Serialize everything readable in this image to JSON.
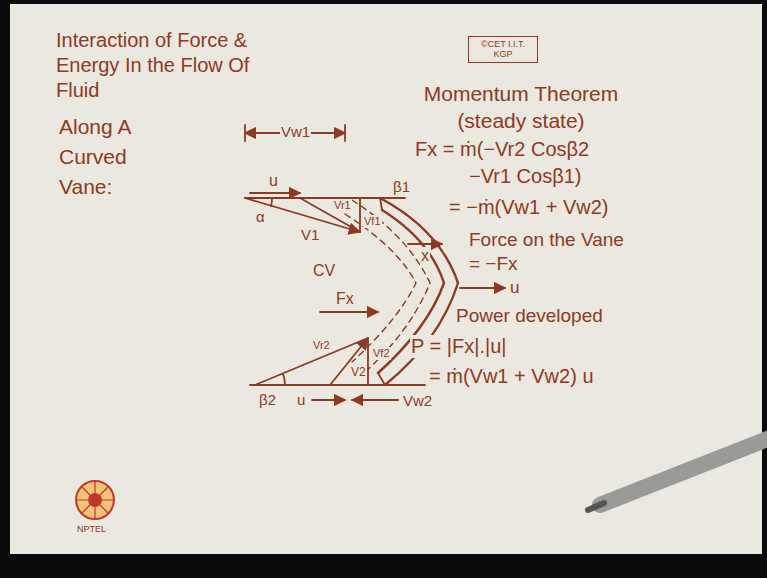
{
  "diagram": {
    "title": "Interaction of Force & Energy In the Flow Of Fluid",
    "labels": [
      "©CET I.I.T. KGP",
      "Along A Curved Vane:",
      "Momentum Theorem (steady state)",
      "Vw1",
      "u",
      "β1",
      "Vr1",
      "Vf1",
      "α",
      "V1",
      "CV",
      "Fx",
      "u",
      "Vr2",
      "V2",
      "Vf2",
      "β2",
      "u",
      "Vw2",
      "Fx = ṁ(−Vr2 Cosβ2",
      "−Vr1 Cosβ1)",
      "= −ṁ(Vw1 + Vw2)",
      "x",
      "Force on the Vane = −Fx",
      "Power developed",
      "P = |Fx|.|u|",
      "= ṁ(Vw1 + Vw2) u",
      "NPTEL"
    ]
  }
}
